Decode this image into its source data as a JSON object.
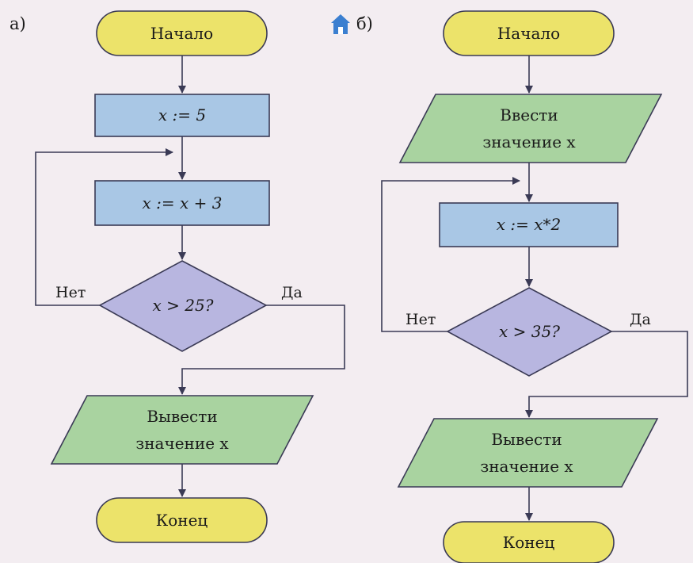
{
  "colors": {
    "terminal": "#ece36a",
    "process": "#a9c7e5",
    "io": "#a9d3a0",
    "decision": "#b8b6e0",
    "stroke": "#3a3a55",
    "background": "#f3edf1"
  },
  "flowchart_a": {
    "label": "а)",
    "start": "Начало",
    "assign": "x := 5",
    "increment": "x := x + 3",
    "decision": "x > 25?",
    "no_label": "Нет",
    "yes_label": "Да",
    "output": "Вывести\nзначение x",
    "end": "Конец"
  },
  "flowchart_b": {
    "label": "б)",
    "start": "Начало",
    "input": "Ввести\nзначение x",
    "multiply": "x := x*2",
    "decision": "x > 35?",
    "no_label": "Нет",
    "yes_label": "Да",
    "output": "Вывести\nзначение x",
    "end": "Конец"
  },
  "icons": {
    "home": "home-icon"
  }
}
